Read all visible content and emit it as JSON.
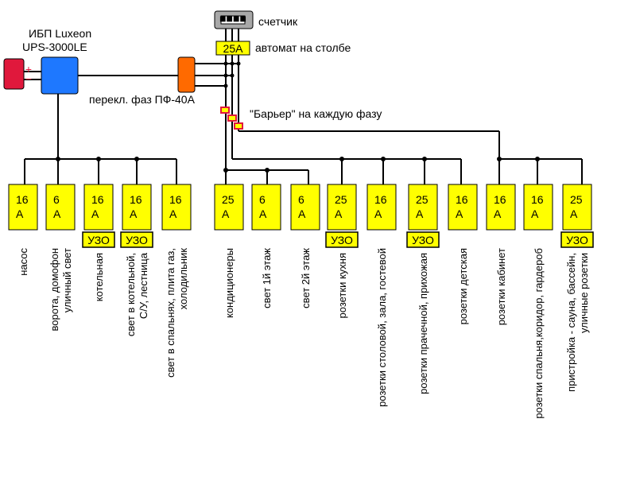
{
  "meter": {
    "label": "счетчик",
    "glyph": "■■■■"
  },
  "main_breaker": {
    "rating": "25A",
    "label": "автомат на столбе"
  },
  "ups": {
    "line1": "ИБП Luxeon",
    "line2": "UPS-3000LE"
  },
  "battery": {
    "plus": "+",
    "minus": "−"
  },
  "phase_switch": {
    "label": "перекл. фаз ПФ-40А"
  },
  "barrier": {
    "label": "\"Барьер\" на каждую фазу"
  },
  "uzo_label": "УЗО",
  "colors": {
    "yellow": "#FFFF00",
    "red": "#E0183C",
    "blue": "#1E78FF",
    "orange": "#FF6A00",
    "gray": "#A8A8A8"
  },
  "breakers": [
    {
      "top": "16",
      "bottom": "A",
      "uzo": false,
      "label": [
        "насос"
      ]
    },
    {
      "top": "6",
      "bottom": "A",
      "uzo": false,
      "label": [
        "ворота, домофон",
        "уличный свет"
      ]
    },
    {
      "top": "16",
      "bottom": "A",
      "uzo": true,
      "label": [
        "котельная"
      ]
    },
    {
      "top": "16",
      "bottom": "A",
      "uzo": true,
      "label": [
        "свет в котельной,",
        "С/У, лестница"
      ]
    },
    {
      "top": "16",
      "bottom": "A",
      "uzo": false,
      "label": [
        "свет в спальнях, плита газ,",
        "холодильник"
      ]
    },
    {
      "top": "25",
      "bottom": "A",
      "uzo": false,
      "label": [
        "кондиционеры"
      ]
    },
    {
      "top": "6",
      "bottom": "A",
      "uzo": false,
      "label": [
        "свет 1й этаж"
      ]
    },
    {
      "top": "6",
      "bottom": "A",
      "uzo": false,
      "label": [
        "свет 2й этаж"
      ]
    },
    {
      "top": "25",
      "bottom": "A",
      "uzo": true,
      "label": [
        "розетки кухня"
      ]
    },
    {
      "top": "16",
      "bottom": "A",
      "uzo": false,
      "label": [
        "розетки столовой, зала, гостевой"
      ]
    },
    {
      "top": "25",
      "bottom": "A",
      "uzo": true,
      "label": [
        "розетки прачечной, прихожая"
      ]
    },
    {
      "top": "16",
      "bottom": "A",
      "uzo": false,
      "label": [
        "розетки детская"
      ]
    },
    {
      "top": "16",
      "bottom": "A",
      "uzo": false,
      "label": [
        "розетки кабинет"
      ]
    },
    {
      "top": "16",
      "bottom": "A",
      "uzo": false,
      "label": [
        "розетки спальня,коридор, гардероб"
      ]
    },
    {
      "top": "25",
      "bottom": "A",
      "uzo": true,
      "label": [
        "пристройка - сауна, бассейн,",
        "уличные розетки"
      ]
    }
  ]
}
